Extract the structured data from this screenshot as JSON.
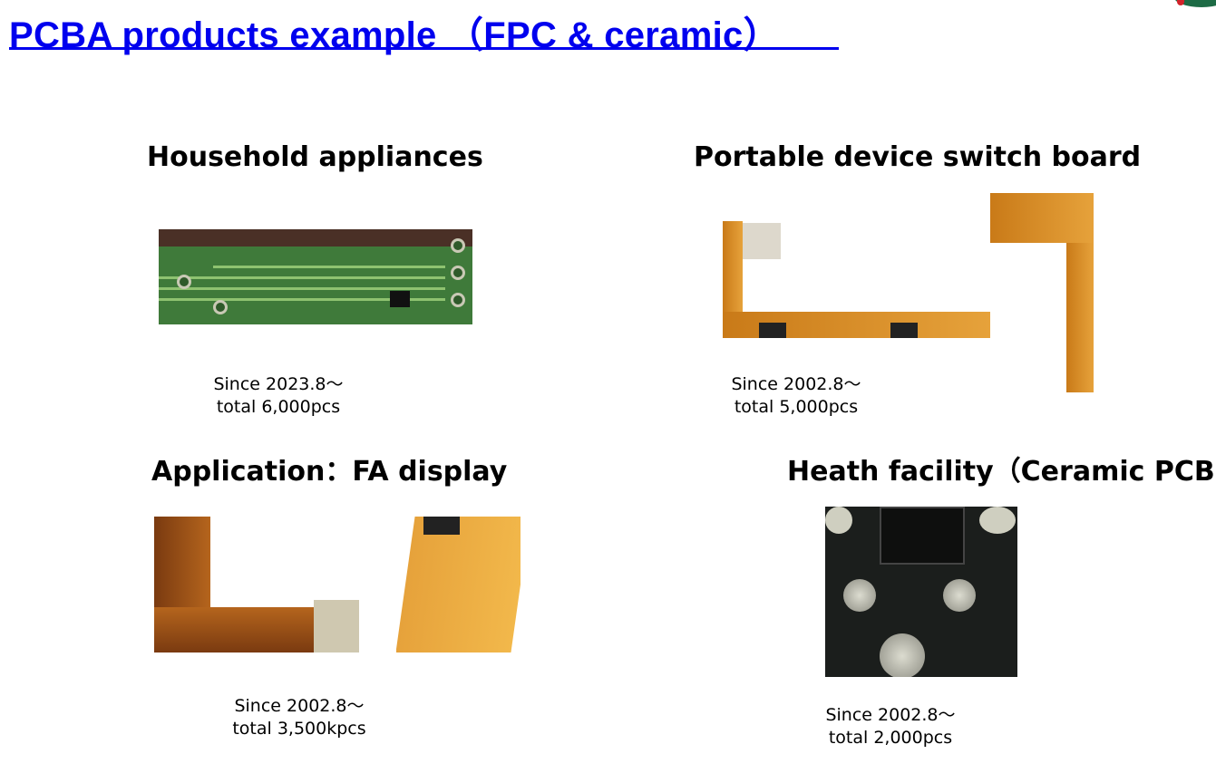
{
  "title": "PCBA products example （FPC & ceramic）",
  "colors": {
    "title": "#0000ee",
    "logo_green": "#1d6b45",
    "logo_red": "#d2232a"
  },
  "sections": [
    {
      "heading": "Household appliances",
      "since": "Since 2023.8～",
      "total": "total 6,000pcs"
    },
    {
      "heading": "Portable device switch board",
      "since": "Since 2002.8～",
      "total": "total 5,000pcs"
    },
    {
      "heading": "Application：FA display",
      "since": "Since 2002.8～",
      "total": "total 3,500kpcs"
    },
    {
      "heading": "Heath facility（Ceramic PCB)",
      "since": "Since 2002.8～",
      "total": "total 2,000pcs"
    }
  ]
}
